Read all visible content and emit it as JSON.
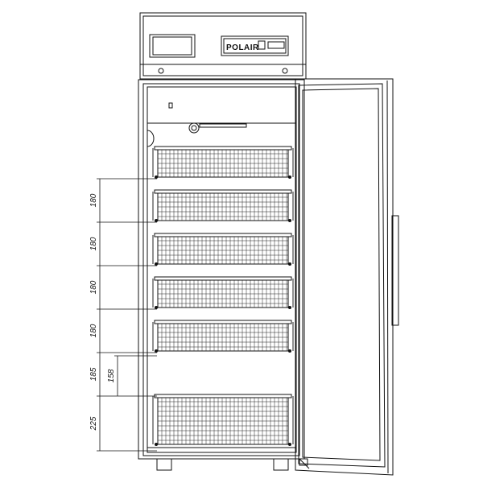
{
  "brand": {
    "logo_text": "POLAIR"
  },
  "dimensions": {
    "d1": "180",
    "d2": "180",
    "d3": "180",
    "d4": "180",
    "d5": "185",
    "d6": "158",
    "d7": "225"
  },
  "colors": {
    "line": "#111111",
    "grid": "#333333",
    "background": "#ffffff"
  }
}
